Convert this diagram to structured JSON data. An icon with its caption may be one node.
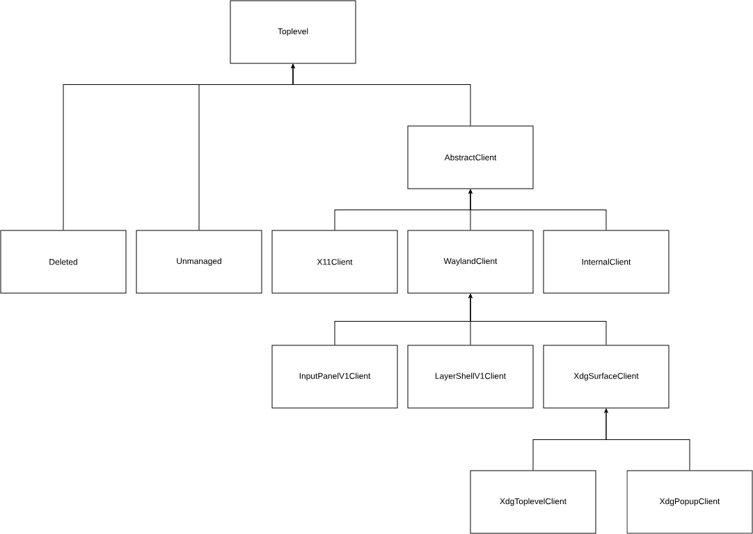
{
  "diagram": {
    "nodes": [
      {
        "text": [
          "Toplevel"
        ]
      },
      {
        "text": [
          "Deleted"
        ]
      },
      {
        "text": [
          "Unmanaged"
        ]
      },
      {
        "text": [
          "AbstractClient"
        ]
      },
      {
        "text": [
          "X11Client"
        ]
      },
      {
        "text": [
          "WaylandClient"
        ]
      },
      {
        "text": [
          "InternalClient"
        ]
      },
      {
        "text": [
          "InputPanelV1Client"
        ]
      },
      {
        "text": [
          "LayerShellV1Client"
        ]
      },
      {
        "text": [
          "XdgSurfaceClient"
        ]
      },
      {
        "text": [
          "XdgToplevelClient"
        ]
      },
      {
        "text": [
          "XdgPopupClient"
        ]
      }
    ],
    "edges": [
      {
        "from": 1,
        "to": 0,
        "arrow": "to"
      },
      {
        "from": 2,
        "to": 0,
        "arrow": "to"
      },
      {
        "from": 3,
        "to": 0,
        "arrow": "to"
      },
      {
        "from": 4,
        "to": 3,
        "arrow": "to"
      },
      {
        "from": 5,
        "to": 3,
        "arrow": "to"
      },
      {
        "from": 6,
        "to": 3,
        "arrow": "to"
      },
      {
        "from": 7,
        "to": 5,
        "arrow": "to"
      },
      {
        "from": 8,
        "to": 5,
        "arrow": "to"
      },
      {
        "from": 9,
        "to": 5,
        "arrow": "to"
      },
      {
        "from": 10,
        "to": 9,
        "arrow": "to"
      },
      {
        "from": 11,
        "to": 9,
        "arrow": "to"
      }
    ]
  }
}
